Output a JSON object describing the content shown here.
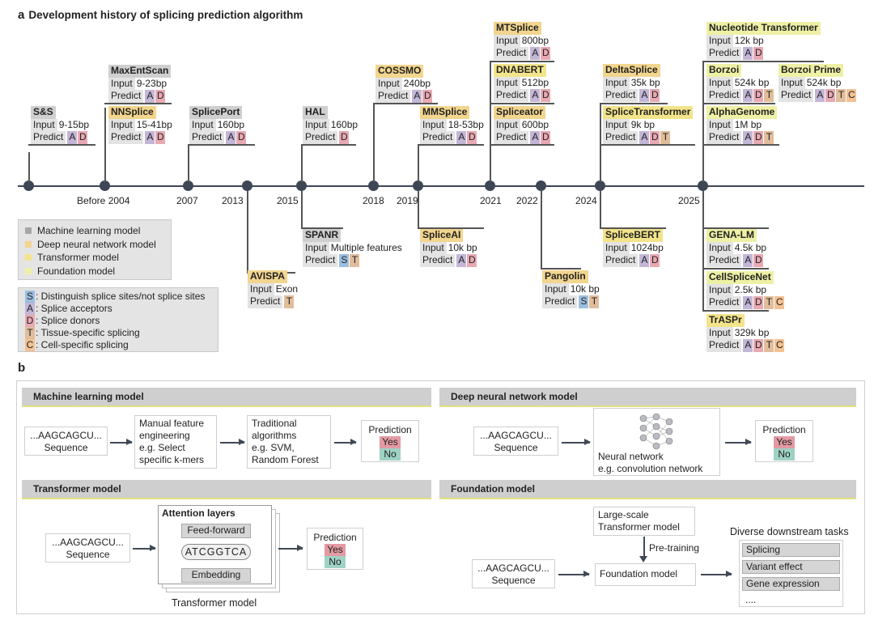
{
  "panel_a": {
    "letter": "a",
    "title": "Development history of splicing prediction algorithm",
    "years": [
      "Before 2004",
      "2007",
      "2013",
      "2015",
      "2018",
      "2019",
      "2021",
      "2022",
      "2024",
      "2025"
    ],
    "input_label": "Input",
    "predict_label": "Predict",
    "tools": [
      {
        "name": "S&S",
        "input": "9-15bp",
        "predict": [
          "A",
          "D"
        ]
      },
      {
        "name": "MaxEntScan",
        "input": "9-23bp",
        "predict": [
          "A",
          "D"
        ]
      },
      {
        "name": "NNSplice",
        "input": "15-41bp",
        "predict": [
          "A",
          "D"
        ]
      },
      {
        "name": "SplicePort",
        "input": "160bp",
        "predict": [
          "A",
          "D"
        ]
      },
      {
        "name": "AVISPA",
        "input": "Exon",
        "predict": [
          "T"
        ]
      },
      {
        "name": "HAL",
        "input": "160bp",
        "predict": [
          "D"
        ]
      },
      {
        "name": "SPANR",
        "input": "Multiple features",
        "predict": [
          "S",
          "T"
        ]
      },
      {
        "name": "COSSMO",
        "input": "240bp",
        "predict": [
          "A",
          "D"
        ]
      },
      {
        "name": "MMSplice",
        "input": "18-53bp",
        "predict": [
          "A",
          "D"
        ]
      },
      {
        "name": "SpliceAI",
        "input": "10k bp",
        "predict": [
          "A",
          "D"
        ]
      },
      {
        "name": "MTSplice",
        "input": "800bp",
        "predict": [
          "A",
          "D"
        ]
      },
      {
        "name": "DNABERT",
        "input": "512bp",
        "predict": [
          "A",
          "D"
        ]
      },
      {
        "name": "Spliceator",
        "input": "600bp",
        "predict": [
          "A",
          "D"
        ]
      },
      {
        "name": "Pangolin",
        "input": "10k bp",
        "predict": [
          "S",
          "T"
        ]
      },
      {
        "name": "DeltaSplice",
        "input": "35k bp",
        "predict": [
          "A",
          "D"
        ]
      },
      {
        "name": "SpliceTransformer",
        "input": "9k bp",
        "predict": [
          "A",
          "D",
          "T"
        ]
      },
      {
        "name": "SpliceBERT",
        "input": "1024bp",
        "predict": [
          "A",
          "D"
        ]
      },
      {
        "name": "Nucleotide Transformer",
        "input": "12k bp",
        "predict": [
          "A",
          "D"
        ]
      },
      {
        "name": "Borzoi",
        "input": "524k bp",
        "predict": [
          "A",
          "D",
          "T"
        ]
      },
      {
        "name": "Borzoi Prime",
        "input": "524k bp",
        "predict": [
          "A",
          "D",
          "T",
          "C"
        ]
      },
      {
        "name": "AlphaGenome",
        "input": "1M bp",
        "predict": [
          "A",
          "D",
          "T"
        ]
      },
      {
        "name": "GENA-LM",
        "input": "4.5k bp",
        "predict": [
          "A",
          "D"
        ]
      },
      {
        "name": "CellSpliceNet",
        "input": "2.5k bp",
        "predict": [
          "A",
          "D",
          "T",
          "C"
        ]
      },
      {
        "name": "TrASPr",
        "input": "329k bp",
        "predict": [
          "A",
          "D",
          "T",
          "C"
        ]
      }
    ],
    "model_legend": [
      {
        "label": "Machine learning model",
        "color": "#a6a6a6"
      },
      {
        "label": "Deep neural network model",
        "color": "#f2d58e"
      },
      {
        "label": "Transformer model",
        "color": "#f3e48b"
      },
      {
        "label": "Foundation model",
        "color": "#eef0a5"
      }
    ],
    "tag_legend": [
      {
        "tag": "S",
        "label": ": Distinguish splice sites/not splice sites"
      },
      {
        "tag": "A",
        "label": ": Splice acceptors"
      },
      {
        "tag": "D",
        "label": ": Splice donors"
      },
      {
        "tag": "T",
        "label": ": Tissue-specific splicing"
      },
      {
        "tag": "C",
        "label": ": Cell-specific splicing"
      }
    ]
  },
  "panel_b": {
    "letter": "b",
    "sequence": "...AAGCAGCU...",
    "sequence_label": "Sequence",
    "prediction": "Prediction",
    "yes": "Yes",
    "no": "No",
    "ml": {
      "title": "Machine learning model",
      "feature_lines": [
        "Manual feature",
        "engineering",
        "e.g. Select",
        "specific k-mers"
      ],
      "algo_lines": [
        "Traditional",
        "algorithms",
        "e.g. SVM,",
        "Random Forest"
      ]
    },
    "dnn": {
      "title": "Deep neural network model",
      "nn_lines": [
        "Neural network",
        "e.g. convolution network"
      ]
    },
    "transformer": {
      "title": "Transformer model",
      "attention": "Attention layers",
      "layers": [
        "Feed-forward",
        "ATCGGTCA",
        "Embedding"
      ],
      "caption": "Transformer model"
    },
    "foundation": {
      "title": "Foundation model",
      "large_lines": [
        "Large-scale",
        "Transformer model"
      ],
      "pretraining": "Pre-training",
      "foundation": "Foundation model",
      "tasks_title": "Diverse downstream tasks",
      "tasks": [
        "Splicing",
        "Variant effect",
        "Gene expression",
        "...."
      ]
    }
  }
}
